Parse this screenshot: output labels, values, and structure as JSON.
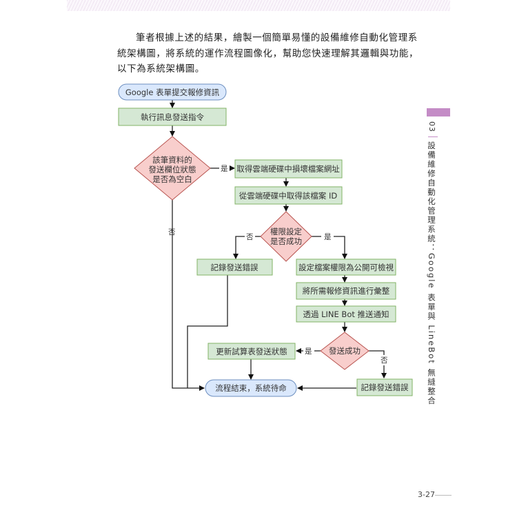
{
  "page": {
    "paragraph": "筆者根據上述的結果，繪製一個簡單易懂的設備維修自動化管理系統架構圖，將系統的運作流程圖像化，幫助您快速理解其邏輯與功能，以下為系統架構圖。",
    "chapter_number": "03",
    "chapter_title": "設備維修自動化管理系統：Google 表單與 LineBot 無縫整合",
    "page_number": "3-27"
  },
  "colors": {
    "terminal_fill": "#dae8fc",
    "terminal_stroke": "#6c8ebf",
    "process_fill": "#d5e8d4",
    "process_stroke": "#82b366",
    "decision_fill": "#f8cecc",
    "decision_stroke": "#b85450",
    "accent": "#c48cc6"
  },
  "flowchart": {
    "nodes": {
      "start": "Google 表單提交報修資訊",
      "exec": "執行訊息發送指令",
      "check_blank": [
        "該筆資料的",
        "發送欄位狀態",
        "是否為空白"
      ],
      "get_url": "取得雲端硬碟中損壞檔案網址",
      "get_id": "從雲端硬碟中取得該檔案 ID",
      "perm_ok": [
        "權限設定",
        "是否成功"
      ],
      "log_err1": "記錄發送錯誤",
      "set_perm": "設定檔案權限為公開可檢視",
      "compile": "將所需報修資訊進行彙整",
      "push": "透過 LINE Bot 推送通知",
      "send_ok": "發送成功",
      "update_sheet": "更新試算表發送狀態",
      "log_err2": "記錄發送錯誤",
      "end": "流程結束，系統待命"
    },
    "labels": {
      "yes": "是",
      "no": "否"
    }
  }
}
